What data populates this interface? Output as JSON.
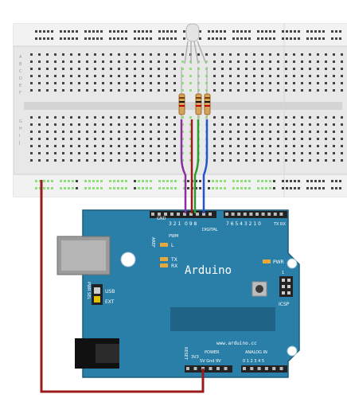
{
  "breadboard": {
    "left_row_labels": [
      "A",
      "B",
      "C",
      "D",
      "E",
      "F",
      "G",
      "H",
      "I",
      "J"
    ]
  },
  "arduino": {
    "brand": "Arduino",
    "url": "www.arduino.cc",
    "labels": {
      "aref": "AREF",
      "gnd": "GND",
      "pins_321": "3 2 1",
      "pins_098": "0 9 8",
      "digital": "DIGITAL",
      "pins_765": "7 6 5 4 3 2 1 0",
      "tx": "TX",
      "rx": "RX",
      "l": "L",
      "tx_led": "TX",
      "rx_led": "RX",
      "pwm": "PWM",
      "pwr_led": "PWR",
      "pwr_sel": "PWR SEL",
      "usb": "USB",
      "ext": "EXT",
      "icsp": "ICSP",
      "reset": "RESET",
      "v33": "3V3",
      "power": "POWER",
      "power_pins": "5V Gnd 9V",
      "analog_in": "ANALOG IN",
      "analog_pins": "0 1 2 3 4 5",
      "one": "1"
    }
  },
  "colors": {
    "board_blue": "#2a7fa8",
    "board_dark": "#1f6486",
    "breadboard": "#eeeeee",
    "hole": "#444444",
    "green_hole": "#8fe07a",
    "wire_red": "#9b1b1b",
    "wire_purple": "#8a2fa0",
    "wire_green": "#2e9b2e",
    "wire_blue": "#2255cc"
  }
}
